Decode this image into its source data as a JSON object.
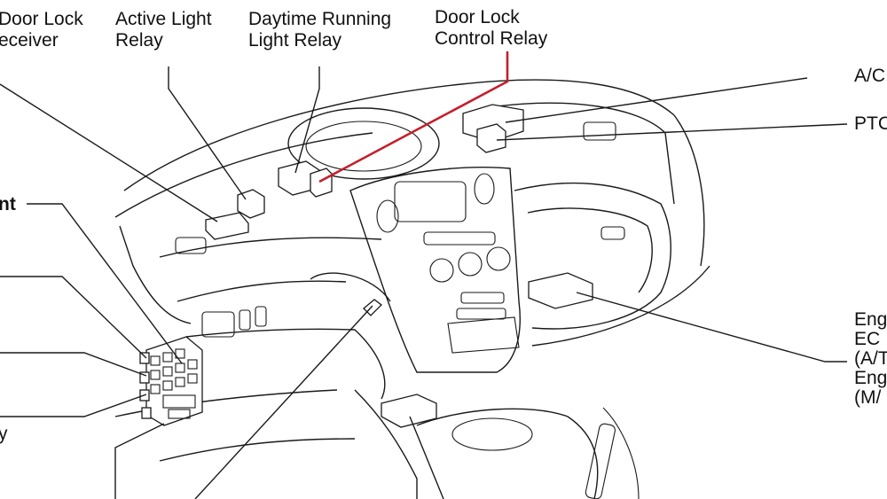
{
  "labels": {
    "door_lock_receiver": [
      "Door Lock",
      "eceiver"
    ],
    "active_light_relay": [
      "Active Light",
      "Relay"
    ],
    "daytime_running_light_relay": [
      "Daytime Running",
      "Light Relay"
    ],
    "door_lock_control_relay": [
      "Door Lock",
      "Control Relay"
    ],
    "ac": "A/C",
    "ptc": "PTC",
    "left_bold": "nt",
    "left_bottom": "y",
    "engine_ecu": [
      "Eng",
      "EC",
      "(A/T",
      "Eng",
      "(M/"
    ]
  },
  "colors": {
    "highlight": "#c41f2b",
    "line": "#1a1a1a"
  }
}
